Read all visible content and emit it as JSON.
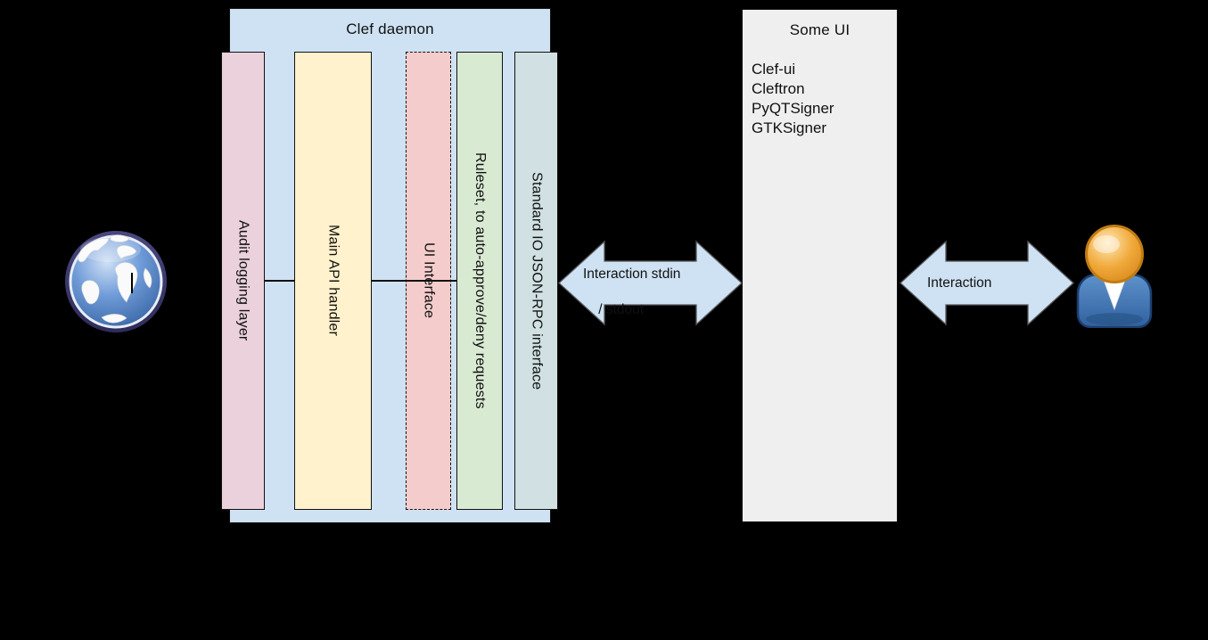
{
  "clef_daemon": {
    "title": "Clef daemon",
    "container_color": "#cfe2f3",
    "columns": [
      {
        "label": "Audit logging layer",
        "color": "#ead1dc"
      },
      {
        "label": "Main API handler",
        "color": "#fff2cc"
      },
      {
        "label": "UI Interface",
        "color": "#f4cccc"
      },
      {
        "label": "Ruleset, to auto-approve/deny requests",
        "color": "#d9ead3"
      },
      {
        "label": "Standard IO JSON-RPC interface",
        "color": "#d0e0e3"
      }
    ]
  },
  "some_ui": {
    "title": "Some UI",
    "color": "#efefef",
    "items": [
      "Clef-ui",
      "Cleftron",
      "PyQTSigner",
      "GTKSigner"
    ]
  },
  "arrows": {
    "stdio": {
      "line1": "Interaction stdin",
      "line2": "/ stdout",
      "color": "#cfe2f3"
    },
    "user": {
      "label": "Interaction",
      "color": "#cfe2f3"
    }
  },
  "icons": {
    "globe": "globe-icon",
    "user": "user-icon"
  },
  "background_color": "#000000"
}
